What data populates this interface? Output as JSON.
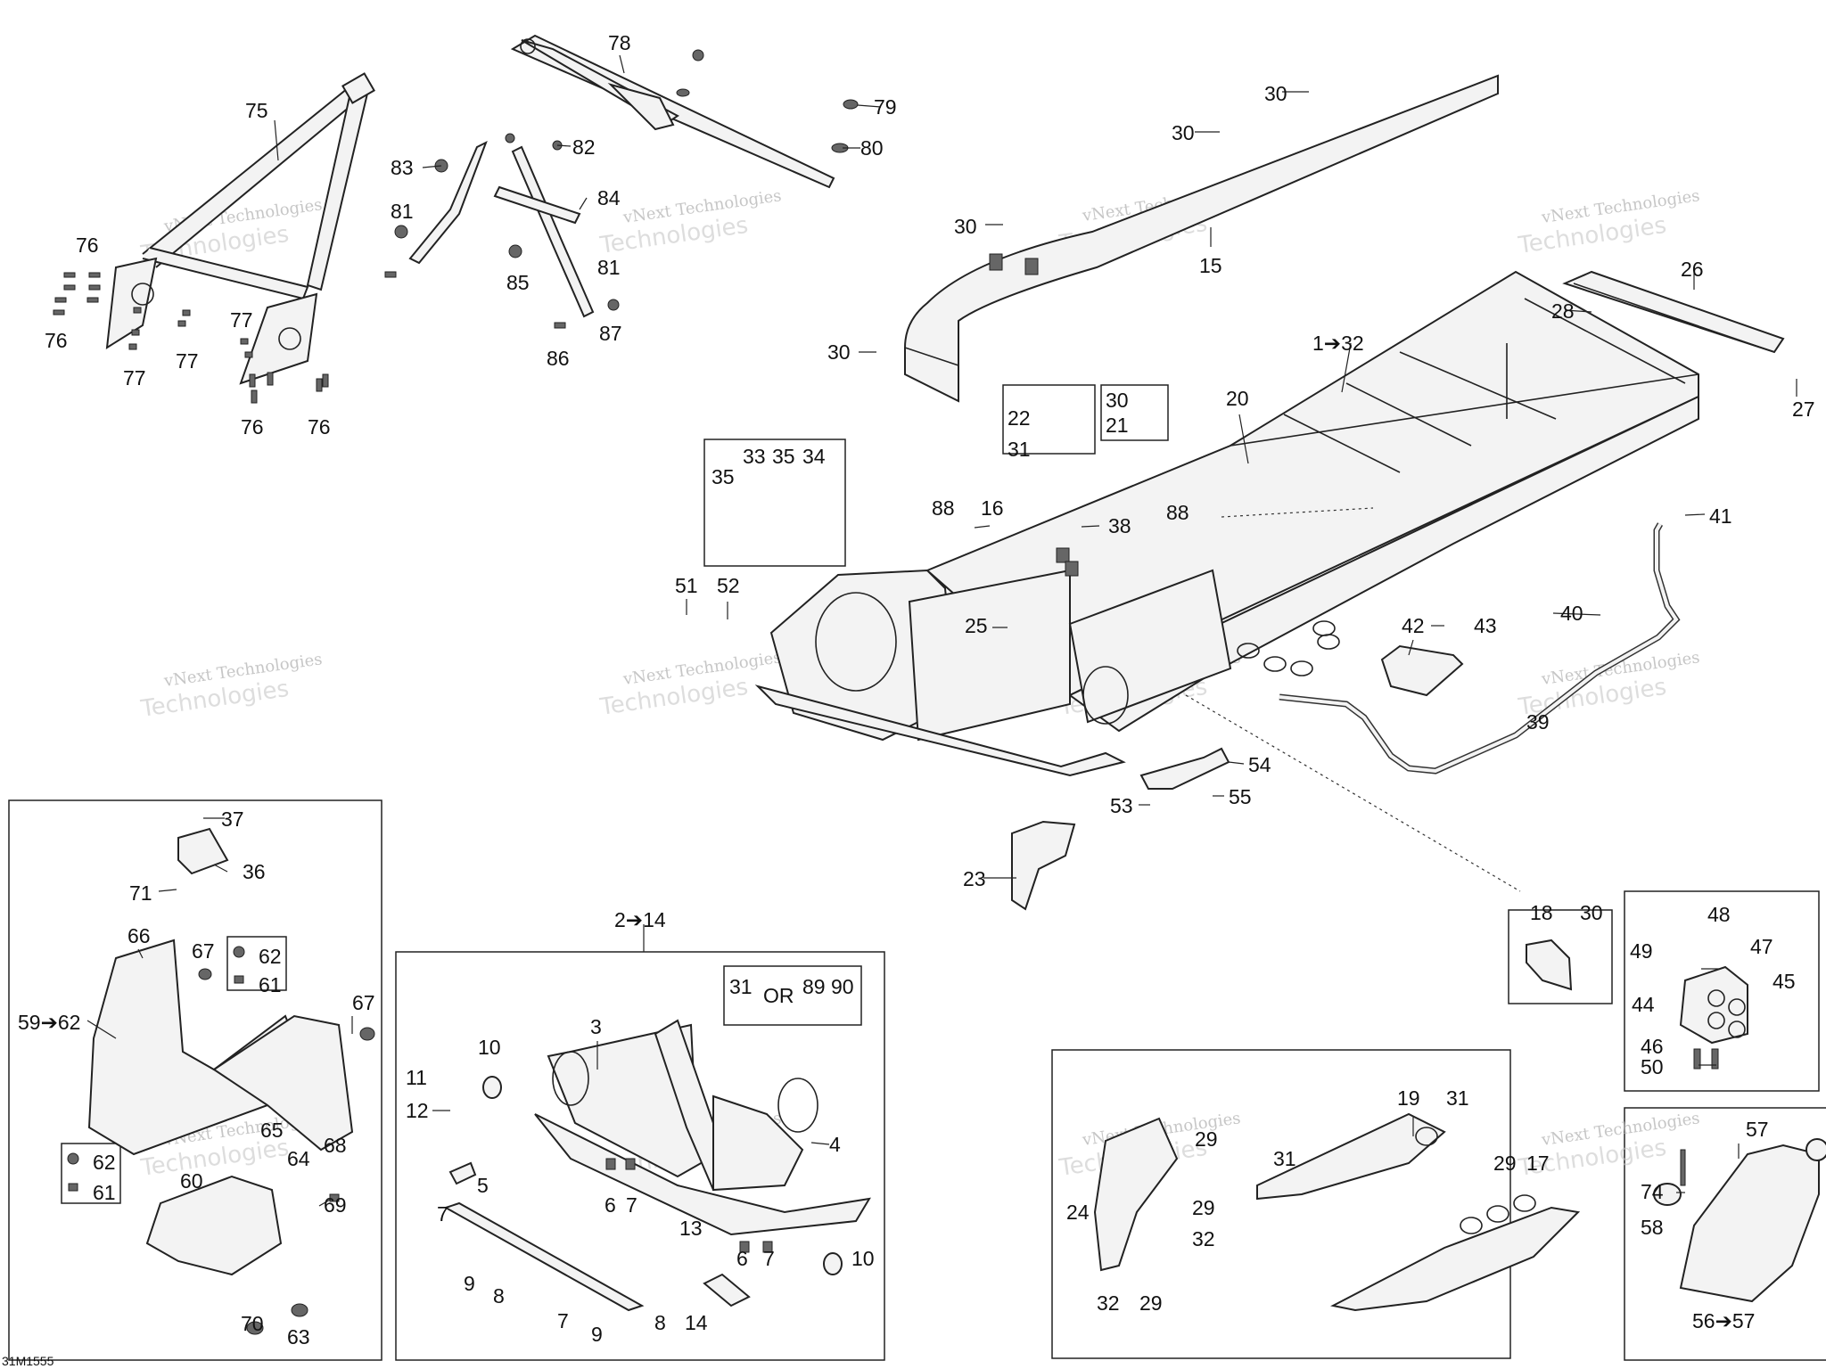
{
  "code": "31M1555",
  "watermark": {
    "line1": "vNext Technologies",
    "line2": "Technologies"
  },
  "arrow_glyph": "➔",
  "or_text": "OR",
  "labels": {
    "1": "1",
    "2": "2",
    "3": "3",
    "4": "4",
    "5": "5",
    "6": "6",
    "7": "7",
    "8": "8",
    "9": "9",
    "10": "10",
    "11": "11",
    "12": "12",
    "13": "13",
    "14": "14",
    "15": "15",
    "16": "16",
    "17": "17",
    "18": "18",
    "19": "19",
    "20": "20",
    "21": "21",
    "22": "22",
    "23": "23",
    "24": "24",
    "25": "25",
    "26": "26",
    "27": "27",
    "28": "28",
    "29": "29",
    "30": "30",
    "31": "31",
    "32": "32",
    "33": "33",
    "34": "34",
    "35": "35",
    "36": "36",
    "37": "37",
    "38": "38",
    "39": "39",
    "40": "40",
    "41": "41",
    "42": "42",
    "43": "43",
    "44": "44",
    "45": "45",
    "46": "46",
    "47": "47",
    "48": "48",
    "49": "49",
    "50": "50",
    "51": "51",
    "52": "52",
    "53": "53",
    "54": "54",
    "55": "55",
    "56": "56",
    "57": "57",
    "58": "58",
    "59": "59",
    "60": "60",
    "61": "61",
    "62": "62",
    "63": "63",
    "64": "64",
    "65": "65",
    "66": "66",
    "67": "67",
    "68": "68",
    "69": "69",
    "70": "70",
    "71": "71",
    "74": "74",
    "75": "75",
    "76": "76",
    "77": "77",
    "78": "78",
    "79": "79",
    "80": "80",
    "81": "81",
    "82": "82",
    "83": "83",
    "84": "84",
    "85": "85",
    "86": "86",
    "87": "87",
    "88": "88",
    "89": "89",
    "90": "90"
  },
  "ranges": [
    {
      "from": "1",
      "to": "32"
    },
    {
      "from": "2",
      "to": "14"
    },
    {
      "from": "56",
      "to": "57"
    },
    {
      "from": "59",
      "to": "62"
    }
  ]
}
